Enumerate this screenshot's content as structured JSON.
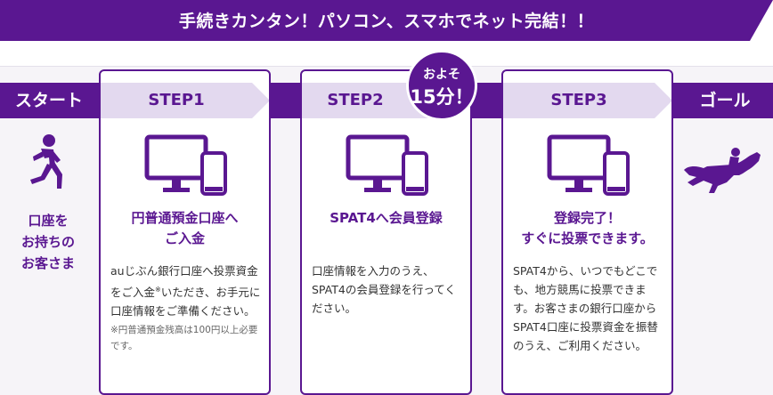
{
  "banner": {
    "text": "手続きカンタン！パソコン、スマホでネット完結！！"
  },
  "start": {
    "label": "スタート",
    "caption_lines": [
      "口座を",
      "お持ちの",
      "お客さま"
    ],
    "icon": "runner-icon"
  },
  "goal": {
    "label": "ゴール",
    "icon": "racehorse-jockey-icon"
  },
  "badge": {
    "line1": "およそ",
    "line2": "15分！"
  },
  "steps": [
    {
      "label": "STEP1",
      "icon": "pc-smartphone-icon",
      "title_lines": [
        "円普通預金口座へ",
        "ご入金"
      ],
      "body_before_mark": "auじぶん銀行口座へ投票資金をご入金",
      "mark": "※",
      "body_after_mark": "いただき、お手元に口座情報をご準備ください。",
      "note": "※円普通預金残高は100円以上必要です。"
    },
    {
      "label": "STEP2",
      "icon": "pc-smartphone-icon",
      "title_lines": [
        "SPAT4へ会員登録"
      ],
      "body": "口座情報を入力のうえ、SPAT4の会員登録を行ってください。"
    },
    {
      "label": "STEP3",
      "icon": "pc-smartphone-icon",
      "title_lines": [
        "登録完了！",
        "すぐに投票できます。"
      ],
      "body": "SPAT4から、いつでもどこでも、地方競馬に投票できます。お客さまの銀行口座からSPAT4口座に投票資金を振替のうえ、ご利用ください。"
    }
  ],
  "colors": {
    "primary": "#5a1791",
    "step_header": "#e3d9ef",
    "panel": "#f6f4f8"
  }
}
